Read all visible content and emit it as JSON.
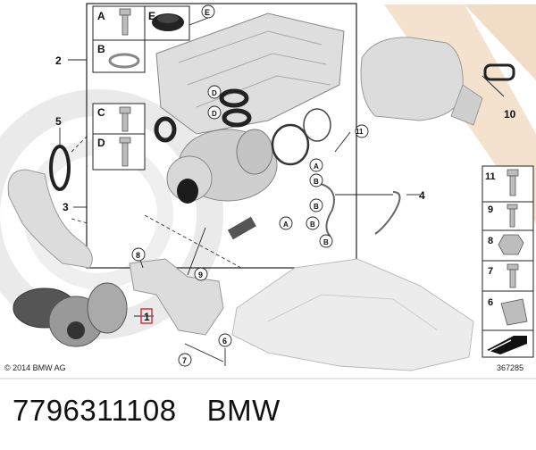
{
  "copyright": "© 2014 BMW AG",
  "diagram_number": "367285",
  "caption": {
    "part_number": "7796311108",
    "brand": "BMW"
  },
  "colors": {
    "highlight": "#d9304a",
    "watermark": "#f2d9bf",
    "line": "#222222"
  },
  "callouts": {
    "c1": "1",
    "c2": "2",
    "c3": "3",
    "c4": "4",
    "c5": "5",
    "c6": "6",
    "c7": "7",
    "c8": "8",
    "c9": "9",
    "c10": "10",
    "c11": "11",
    "cE": "E"
  },
  "kit_labels": {
    "A": "A",
    "B": "B",
    "C": "C",
    "D": "D",
    "E": "E"
  },
  "detail_letters": [
    "D",
    "D",
    "A",
    "B",
    "B",
    "A",
    "B",
    "B"
  ],
  "side_labels": [
    "11",
    "9",
    "8",
    "7",
    "6"
  ]
}
